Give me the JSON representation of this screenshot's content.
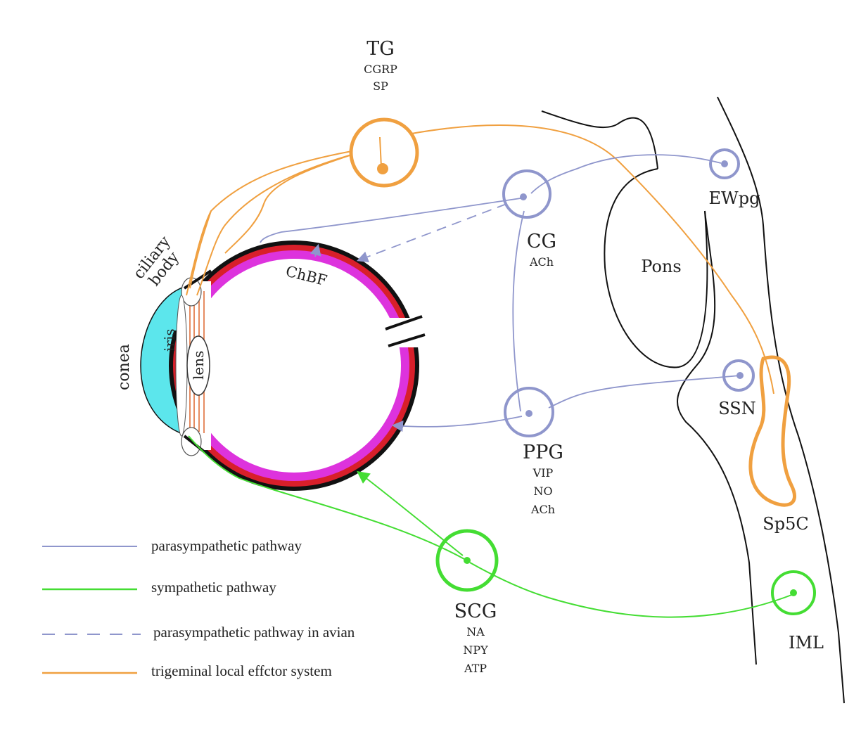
{
  "colors": {
    "parasympathetic": "#8f96cc",
    "sympathetic": "#44dd33",
    "trigeminal": "#f0a040",
    "cornea": "#5ce6ec",
    "retina": "#dd33dd",
    "choroid": "#d81f2a",
    "sclera": "#111111",
    "iris_fibers": "#e0703a"
  },
  "nodes": {
    "tg": {
      "name": "TG",
      "sub1": "CGRP",
      "sub2": "SP"
    },
    "cg": {
      "name": "CG",
      "sub1": "ACh"
    },
    "ppg": {
      "name": "PPG",
      "sub1": "VIP",
      "sub2": "NO",
      "sub3": "ACh"
    },
    "scg": {
      "name": "SCG",
      "sub1": "NA",
      "sub2": "NPY",
      "sub3": "ATP"
    },
    "ewpg": {
      "name": "EWpg"
    },
    "ssn": {
      "name": "SSN"
    },
    "sp5c": {
      "name": "Sp5C"
    },
    "iml": {
      "name": "IML"
    }
  },
  "brain": {
    "pons": "Pons"
  },
  "eye": {
    "ciliary1": "ciliary",
    "ciliary2": "body",
    "iris": "iris",
    "lens": "lens",
    "cornea": "conea",
    "chbf": "ChBF"
  },
  "legend": [
    {
      "label": "parasympathetic pathway",
      "style": "parasympathetic"
    },
    {
      "label": "sympathetic pathway",
      "style": "sympathetic"
    },
    {
      "label": "parasympathetic pathway in avian",
      "style": "parasympathetic-dashed"
    },
    {
      "label": "trigeminal local effctor system",
      "style": "trigeminal"
    }
  ]
}
